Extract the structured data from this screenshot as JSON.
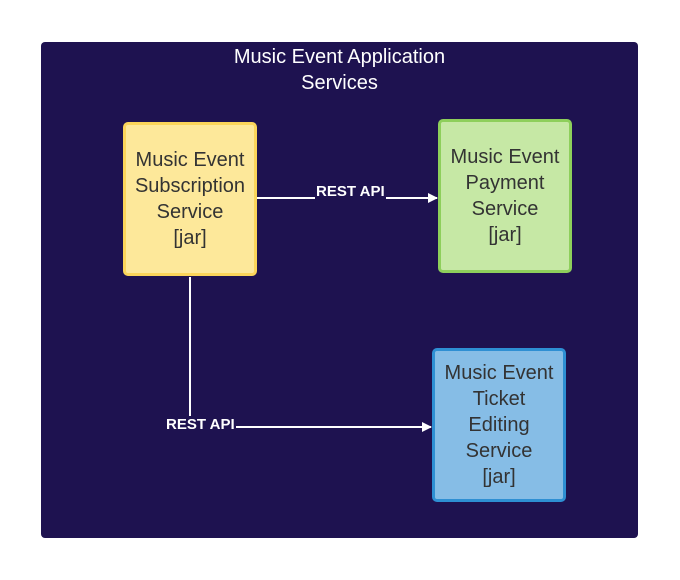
{
  "diagram": {
    "title": "Music Event Application\nServices",
    "nodes": [
      {
        "id": "subscription",
        "label": "Music Event\nSubscription\nService\n[jar]",
        "fill": "#fde89a",
        "stroke": "#fbd55a"
      },
      {
        "id": "payment",
        "label": "Music Event\nPayment\nService\n[jar]",
        "fill": "#c6e8a5",
        "stroke": "#8ecf5b"
      },
      {
        "id": "ticket",
        "label": "Music Event\nTicket\nEditing\nService\n[jar]",
        "fill": "#86bde6",
        "stroke": "#2e8fd3"
      }
    ],
    "edges": [
      {
        "from": "subscription",
        "to": "payment",
        "label": "REST API"
      },
      {
        "from": "subscription",
        "to": "ticket",
        "label": "REST API"
      }
    ],
    "colors": {
      "background": "#1e1250",
      "connector": "#ffffff"
    }
  }
}
